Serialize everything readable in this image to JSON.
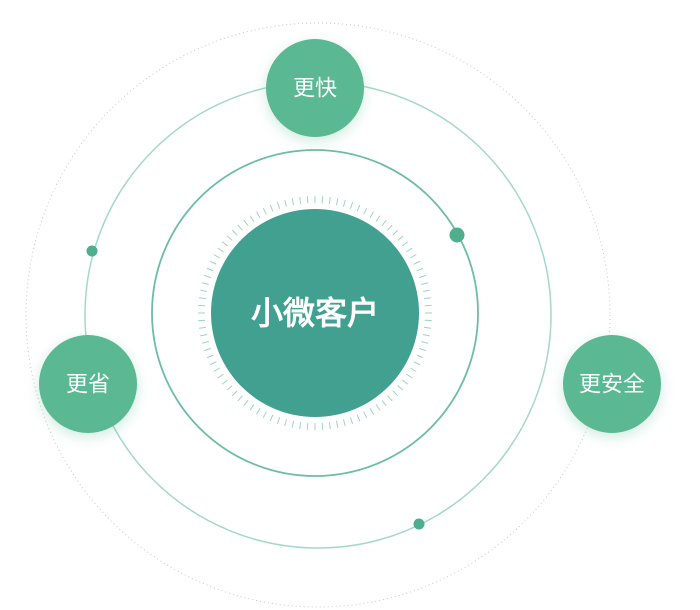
{
  "center": {
    "label": "小微客户"
  },
  "nodes": [
    {
      "id": "faster",
      "label": "更快"
    },
    {
      "id": "cheaper",
      "label": "更省"
    },
    {
      "id": "safer",
      "label": "更安全"
    }
  ],
  "colors": {
    "center_fill": "#42a090",
    "node_fill": "#5ab893",
    "inner_ring": "#6cbca6",
    "middle_ring": "#a5d8c6",
    "outer_ring_dotted": "#c8c8c8",
    "tick_marks": "#9fd4c0",
    "dot": "#4fae8c"
  }
}
